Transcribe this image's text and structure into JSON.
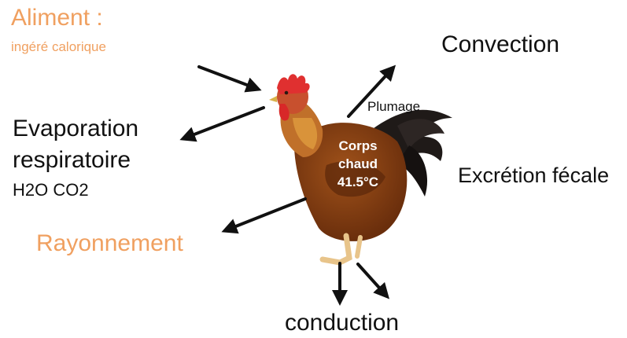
{
  "labels": {
    "aliment_title": "Aliment :",
    "aliment_sub": "ingéré calorique",
    "convection": "Convection",
    "plumage": "Plumage",
    "evap_line1": "Evaporation",
    "evap_line2": "respiratoire",
    "evap_line3": "H2O CO2",
    "excretion": "Excrétion fécale",
    "rayonnement": "Rayonnement",
    "conduction": "conduction",
    "body_line1": "Corps",
    "body_line2": "chaud",
    "body_line3": "41.5°C"
  },
  "colors": {
    "accent_orange": "#f0a060",
    "text_dark": "#111111",
    "arrow": "#111111"
  },
  "image": {
    "subject": "rooster-illustration"
  }
}
